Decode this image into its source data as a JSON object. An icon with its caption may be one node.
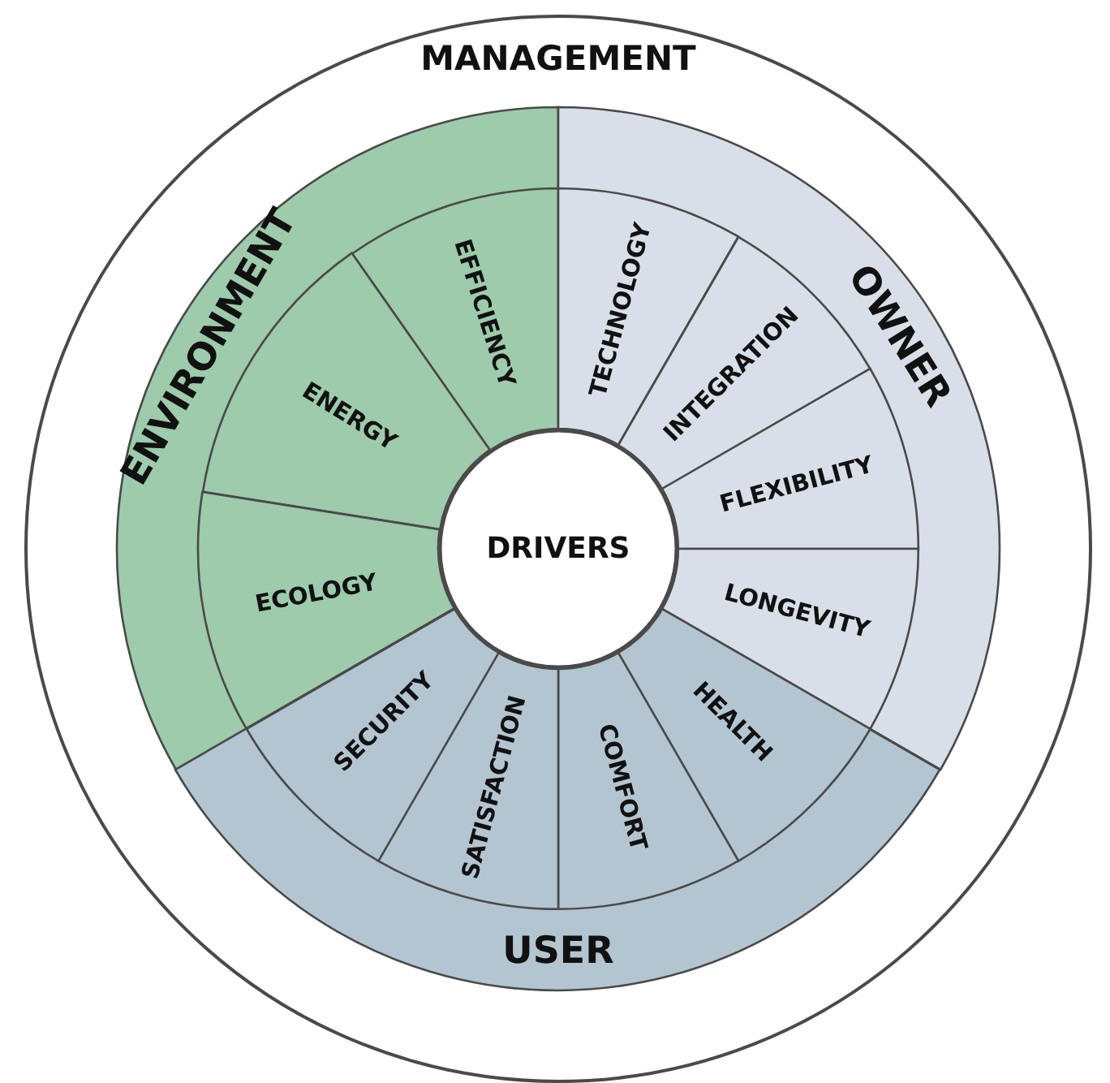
{
  "diagram": {
    "nodes": [
      {
        "text": [
          "MANAGEMENT"
        ]
      },
      {
        "text": [
          "ENVIRONMENT"
        ],
        "in": 0
      },
      {
        "text": [
          "EFFICIENCY"
        ],
        "in": 1
      },
      {
        "text": [
          "ENERGY"
        ],
        "in": 1
      },
      {
        "text": [
          "ECOLOGY"
        ],
        "in": 1
      },
      {
        "text": [
          "OWNER"
        ],
        "in": 0
      },
      {
        "text": [
          "TECHNOLOGY"
        ],
        "in": 5
      },
      {
        "text": [
          "INTEGRATION"
        ],
        "in": 5
      },
      {
        "text": [
          "FLEXIBILITY"
        ],
        "in": 5
      },
      {
        "text": [
          "LONGEVITY"
        ],
        "in": 5
      },
      {
        "text": [
          "USER"
        ],
        "in": 0
      },
      {
        "text": [
          "HEALTH"
        ],
        "in": 10
      },
      {
        "text": [
          "COMFORT"
        ],
        "in": 10
      },
      {
        "text": [
          "SATISFACTION"
        ],
        "in": 10
      },
      {
        "text": [
          "SECURITY"
        ],
        "in": 10
      },
      {
        "text": [
          "DRIVERS"
        ],
        "in": 0
      }
    ]
  }
}
